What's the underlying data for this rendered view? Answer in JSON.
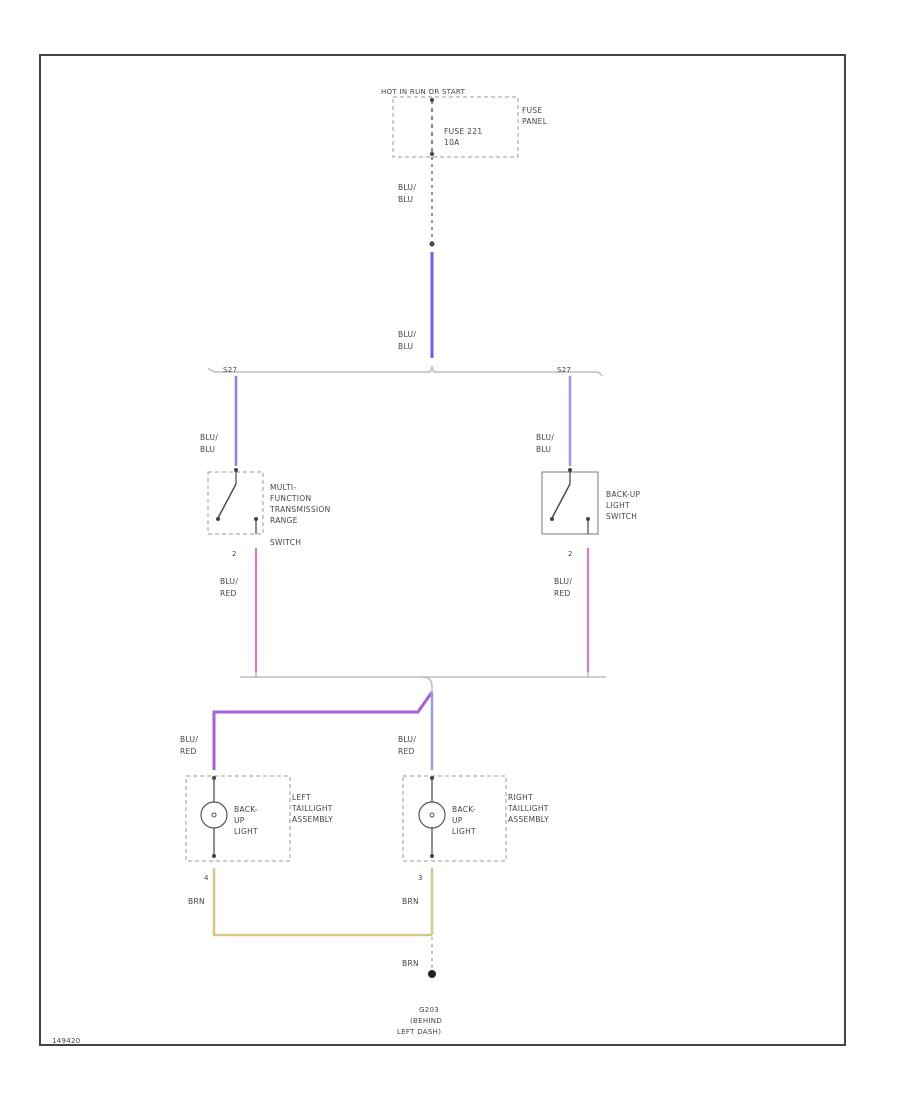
{
  "fuse_panel": {
    "top_label": "HOT IN RUN OR START",
    "name_line1": "FUSE",
    "name_line2": "PANEL",
    "fuse_line1": "FUSE 221",
    "fuse_line2": "10A"
  },
  "wires": {
    "blu_blu": [
      "BLU/",
      "BLU"
    ],
    "blu_red": [
      "BLU/",
      "RED"
    ],
    "brn": "BRN"
  },
  "splices": {
    "left": "S27",
    "right": "S27"
  },
  "multi_function_switch": {
    "lines": [
      "MULTI-",
      "FUNCTION",
      "TRANSMISSION",
      "RANGE",
      "SWITCH"
    ],
    "pin": "2"
  },
  "backup_light_switch": {
    "lines": [
      "BACK-UP",
      "LIGHT",
      "SWITCH"
    ],
    "pin": "2"
  },
  "left_taillight": {
    "bulb_lines": [
      "BACK-",
      "UP",
      "LIGHT"
    ],
    "assembly_lines": [
      "LEFT",
      "TAILLIGHT",
      "ASSEMBLY"
    ],
    "pin": "4"
  },
  "right_taillight": {
    "bulb_lines": [
      "BACK-",
      "UP",
      "LIGHT"
    ],
    "assembly_lines": [
      "RIGHT",
      "TAILLIGHT",
      "ASSEMBLY"
    ],
    "pin": "3"
  },
  "ground": {
    "lines": [
      "G203",
      "(BEHIND",
      "LEFT DASH)"
    ]
  },
  "footer": {
    "code": "149420"
  },
  "colors": {
    "blu_blu": "#6a64d8",
    "blu_red": "#d77bd2",
    "brn": "#d9c78a",
    "splice_bus": "#bdbdbd",
    "frame": "#444444"
  }
}
